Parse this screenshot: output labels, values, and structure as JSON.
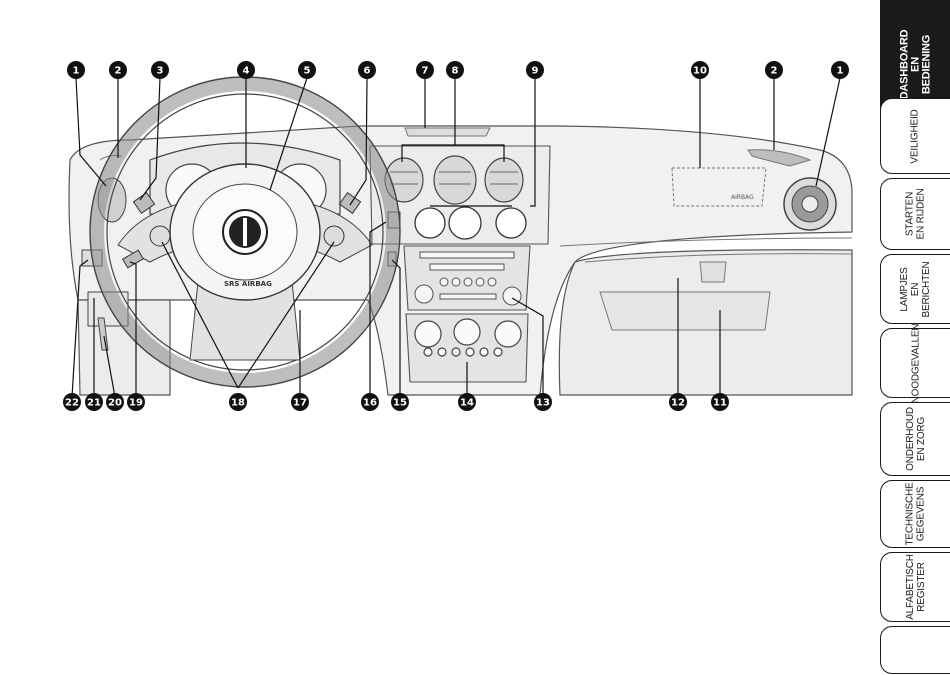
{
  "figure": {
    "callouts_top": [
      "1",
      "2",
      "3",
      "4",
      "5",
      "6",
      "7",
      "8",
      "9",
      "10",
      "2",
      "1"
    ],
    "callouts_bottom": [
      "22",
      "21",
      "20",
      "19",
      "18",
      "17",
      "16",
      "15",
      "14",
      "13",
      "12",
      "11"
    ],
    "wheel_airbag_text": "SRS AIRBAG",
    "dash_airbag_text": "AIRBAG"
  },
  "tabs": [
    {
      "label": "DASHBOARD\nEN\nBEDIENING",
      "active": true
    },
    {
      "label": "VEILIGHEID",
      "active": false
    },
    {
      "label": "STARTEN\nEN RIJDEN",
      "active": false
    },
    {
      "label": "LAMPJES\nEN BERICHTEN",
      "active": false
    },
    {
      "label": "NOODGEVALLEN",
      "active": false
    },
    {
      "label": "ONDERHOUD\nEN ZORG",
      "active": false
    },
    {
      "label": "TECHNISCHE\nGEGEVENS",
      "active": false
    },
    {
      "label": "ALFABETISCH\nREGISTER",
      "active": false
    },
    {
      "label": "",
      "active": false
    }
  ]
}
